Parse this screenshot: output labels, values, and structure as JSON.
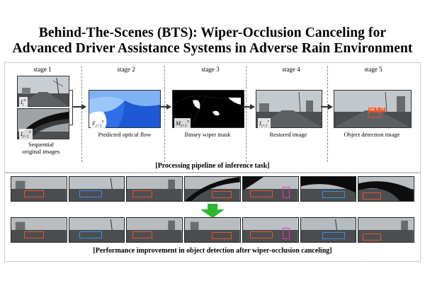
{
  "title_line1": "Behind-The-Scenes (BTS): Wiper-Occlusion Canceling for",
  "title_line2": "Advanced Driver Assistance Systems in Adverse Rain Environment",
  "pipeline": {
    "stages": [
      {
        "label": "stage 1",
        "caption_line1": "Sequential",
        "caption_line2": "original images"
      },
      {
        "label": "stage 2",
        "caption": "Predicted optical flow"
      },
      {
        "label": "stage 3",
        "caption": "Binary wiper mask"
      },
      {
        "label": "stage 4",
        "caption": "Restored image"
      },
      {
        "label": "stage 5",
        "caption": "Object detection image"
      }
    ],
    "math": {
      "it": "I",
      "it_sub": "t",
      "it_sup": "o",
      "it1": "I",
      "it1_sub": "t+1",
      "it1_sup": "o",
      "flow": "F",
      "flow_sub": "t+1",
      "flow_sup": "o",
      "mask": "M",
      "mask_sub": "t+1",
      "mask_sup": "o",
      "restored": "I",
      "restored_sub": "t+1",
      "restored_sup": "r"
    },
    "stage5_detection_label": "car 0.76",
    "caption": "[Processing pipeline of inference task]"
  },
  "performance": {
    "caption": "[Performance improvement in object detection after wiper-occlusion canceling]",
    "colors": {
      "arrow": "#2db52d",
      "detect": "#e8532a",
      "box_blue": "#3a8ee6",
      "box_pink": "#ff2fb0"
    }
  }
}
